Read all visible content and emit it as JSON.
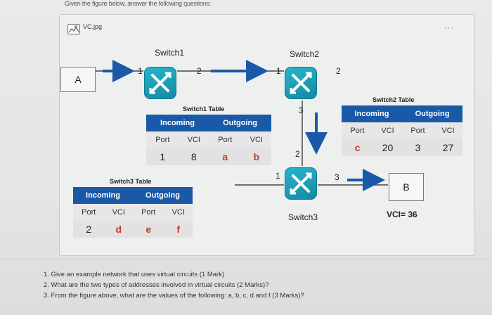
{
  "header": {
    "instruction": "Given the figure below, answer the following questions:"
  },
  "attachment": {
    "name": "VC.jpg",
    "icon": "image-icon",
    "more_label": "···"
  },
  "diagram": {
    "node_a": "A",
    "node_b": "B",
    "vci_b": "VCI= 36",
    "switch1": {
      "name": "Switch1",
      "ports": [
        "1",
        "2"
      ]
    },
    "switch2": {
      "name": "Switch2",
      "ports": [
        "1",
        "2",
        "3"
      ]
    },
    "switch3": {
      "name": "Switch3",
      "ports": [
        "1",
        "2",
        "3"
      ]
    }
  },
  "tables": {
    "switch1": {
      "title": "Switch1 Table",
      "incoming": "Incoming",
      "outgoing": "Outgoing",
      "cols": [
        "Port",
        "VCI",
        "Port",
        "VCI"
      ],
      "row": [
        "1",
        "8",
        "a",
        "b"
      ]
    },
    "switch2": {
      "title": "Switch2 Table",
      "incoming": "Incoming",
      "outgoing": "Outgoing",
      "cols": [
        "Port",
        "VCI",
        "Port",
        "VCI"
      ],
      "row": [
        "c",
        "20",
        "3",
        "27"
      ]
    },
    "switch3": {
      "title": "Switch3 Table",
      "incoming": "Incoming",
      "outgoing": "Outgoing",
      "cols": [
        "Port",
        "VCI",
        "Port",
        "VCI"
      ],
      "row": [
        "2",
        "d",
        "e",
        "f"
      ]
    }
  },
  "questions": [
    "1. Give an example network that uses virtual circuits (1 Mark)",
    "2. What are the two types of addresses involved in virtual circuits (2 Marks)?",
    "3. From the figure above, what are the values of the following: a, b, c, d and f (3 Marks)?"
  ],
  "colors": {
    "switch": "#1aa1b8",
    "table_header": "#1a59a8",
    "unknown_value": "#c0392b"
  }
}
